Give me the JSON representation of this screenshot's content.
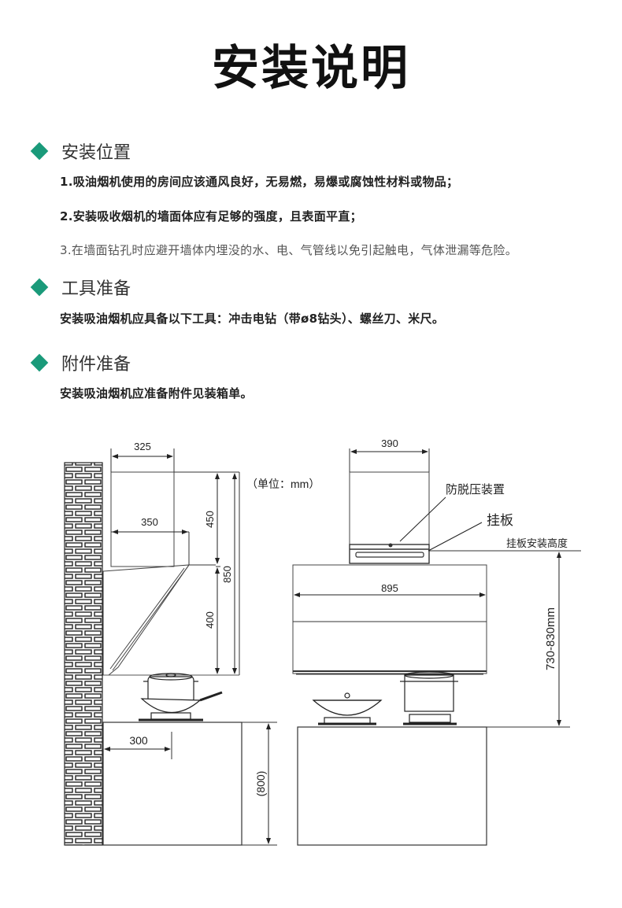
{
  "title": "安装说明",
  "sections": [
    {
      "heading": "安装位置",
      "lines": [
        "1.吸油烟机使用的房间应该通风良好，无易燃，易爆或腐蚀性材料或物品；",
        "2.安装吸收烟机的墙面体应有足够的强度，且表面平直；",
        "3.在墙面钻孔时应避开墙体内埋没的水、电、气管线以免引起触电，气体泄漏等危险。"
      ]
    },
    {
      "heading": "工具准备",
      "lines": [
        "安装吸油烟机应具备以下工具：冲击电钻（带ø8钻头）、螺丝刀、米尺。"
      ]
    },
    {
      "heading": "附件准备",
      "lines": [
        "安装吸油烟机应准备附件见装箱单。"
      ]
    }
  ],
  "diagram": {
    "unit_label": "（单位：mm）",
    "side_view": {
      "width_top": "325",
      "width_mid": "350",
      "height_upper": "450",
      "height_lower": "400",
      "height_total": "850",
      "counter_depth": "300",
      "counter_height": "(800)"
    },
    "front_view": {
      "width_top": "390",
      "width_main": "895",
      "label_anti_pressure": "防脱压装置",
      "label_hanging_plate": "挂板",
      "label_hanging_height": "挂板安装高度",
      "height_range": "730-830mm"
    }
  }
}
